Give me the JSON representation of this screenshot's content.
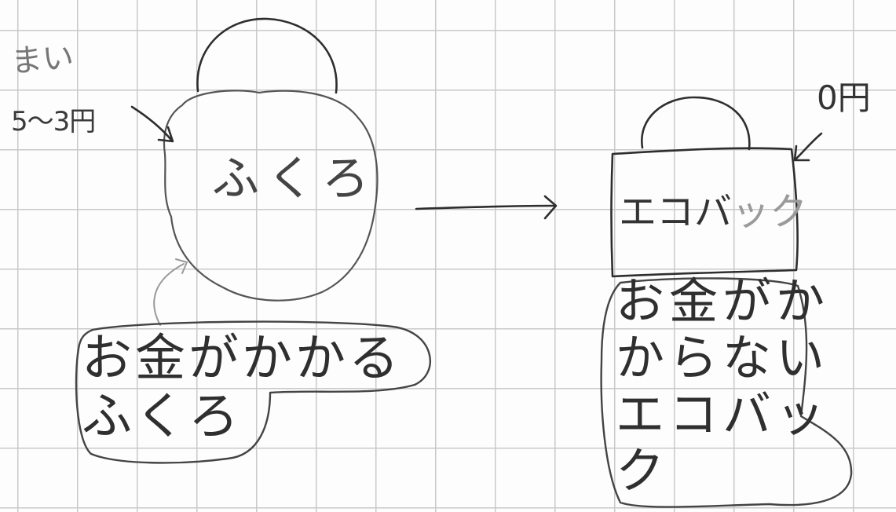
{
  "notes": {
    "count_label": "まい",
    "price_label": "5〜3円",
    "eco_price": "0円"
  },
  "plastic_bag": {
    "label": "ふくろ",
    "caption": "お金がかかるふくろ"
  },
  "eco_bag": {
    "label_dark": "エコバ",
    "label_light": "ック",
    "caption": "お金がかからないエコバック"
  }
}
